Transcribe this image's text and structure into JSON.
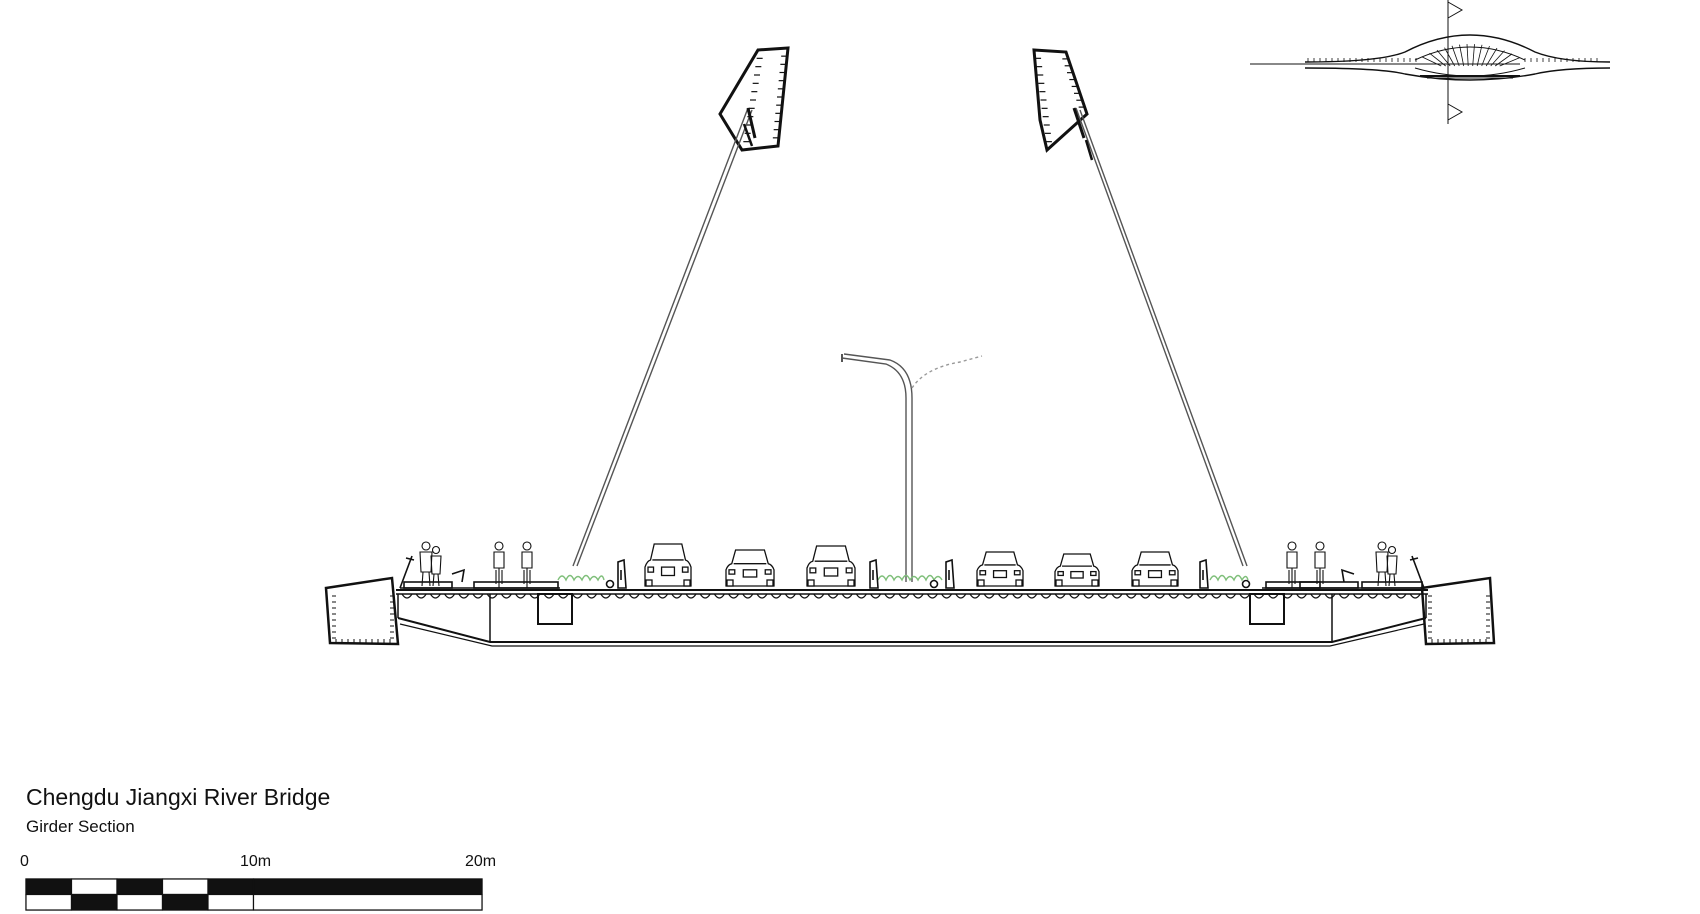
{
  "caption": {
    "title": "Chengdu Jiangxi River Bridge",
    "subtitle": "Girder Section"
  },
  "scale_bar": {
    "labels": [
      "0",
      "10m",
      "20m"
    ]
  },
  "colors": {
    "line": "#111111",
    "greenery": "#7fbf7a",
    "cable": "#555555",
    "background": "#ffffff"
  }
}
